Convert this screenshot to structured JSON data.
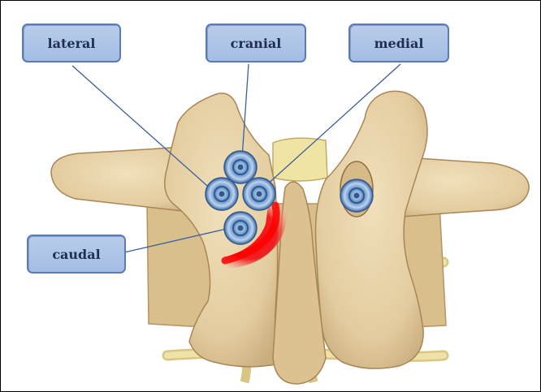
{
  "labels": {
    "lateral": "lateral",
    "cranial": "cranial",
    "medial": "medial",
    "caudal": "caudal"
  },
  "colors": {
    "bone": "#e3cc9f",
    "bone_shadow": "#c4a673",
    "cartilage": "#efe6a8",
    "nerve": "#e6d79a",
    "screw": "#4f7fb8",
    "danger_zone": "#e8141a",
    "label_fill": "#a9c1e6",
    "label_border": "#5b7bb8",
    "leader_line": "#3b5f9e"
  },
  "icons": [
    "pedicle-screw-icon"
  ]
}
